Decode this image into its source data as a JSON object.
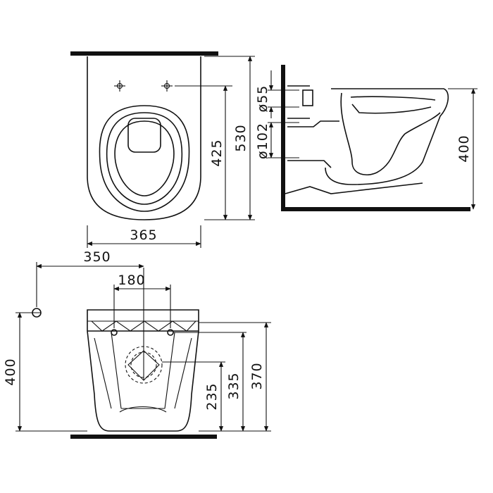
{
  "dimensions": {
    "top_view_width": "365",
    "top_view_inner_depth": "425",
    "top_view_outer_depth": "530",
    "side_outlet_diameter": "ø102",
    "side_inlet_diameter": "ø55",
    "side_height": "400",
    "front_offset": "350",
    "front_bolt_spacing": "180",
    "front_left_height": "400",
    "front_height_a": "235",
    "front_height_b": "335",
    "front_height_c": "370"
  }
}
